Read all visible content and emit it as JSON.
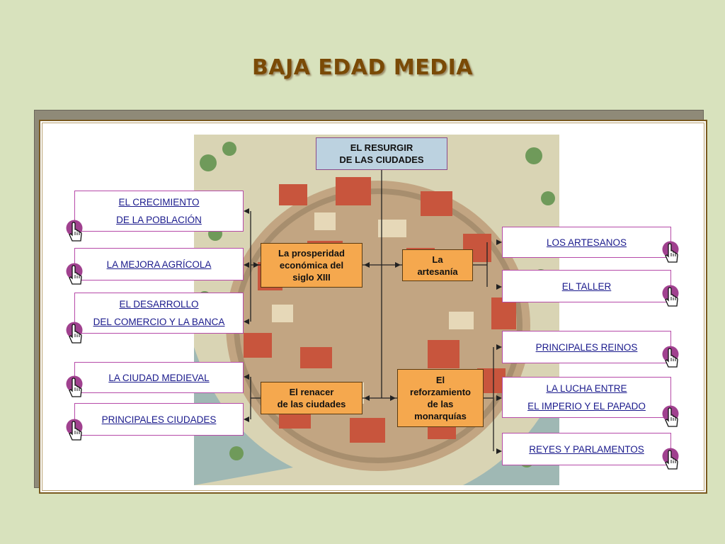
{
  "title": "BAJA EDAD MEDIA",
  "top": {
    "line1": "EL RESURGIR",
    "line2": "DE LAS CIUDADES"
  },
  "categories": {
    "prosperidad": {
      "line1": "La prosperidad",
      "line2": "económica del",
      "line3": "siglo XIII"
    },
    "artesania": {
      "line1": "La",
      "line2": "artesanía"
    },
    "renacer": {
      "line1": "El renacer",
      "line2": "de las ciudades"
    },
    "monarquias": {
      "line1": "El",
      "line2": "reforzamiento",
      "line3": "de las",
      "line4": "monarquías"
    }
  },
  "left_links": {
    "crecimiento": {
      "line1": "EL CRECIMIENTO",
      "line2": "DE LA POBLACIÓN"
    },
    "mejora": {
      "line1": "LA MEJORA AGRÍCOLA"
    },
    "desarrollo": {
      "line1": "EL DESARROLLO",
      "line2": "DEL COMERCIO Y LA BANCA"
    },
    "ciudad": {
      "line1": "LA CIUDAD MEDIEVAL"
    },
    "principales_ciudades": {
      "line1": "PRINCIPALES CIUDADES"
    }
  },
  "right_links": {
    "artesanos": {
      "line1": "LOS ARTESANOS"
    },
    "taller": {
      "line1": "EL TALLER"
    },
    "reinos": {
      "line1": "PRINCIPALES REINOS"
    },
    "lucha": {
      "line1": "LA LUCHA ENTRE",
      "line2": "EL IMPERIO Y EL PAPADO"
    },
    "reyes": {
      "line1": "REYES Y PARLAMENTOS"
    }
  },
  "colors": {
    "background": "#d8e2bd",
    "title": "#7a4a06",
    "category_fill": "#f5a84e",
    "top_fill": "#bcd2e0",
    "link_border": "#b64aa8",
    "link_text": "#1a1a8c",
    "hand_button": "#a0418f"
  },
  "icons": {
    "link_button": "hand-pointer-icon"
  }
}
